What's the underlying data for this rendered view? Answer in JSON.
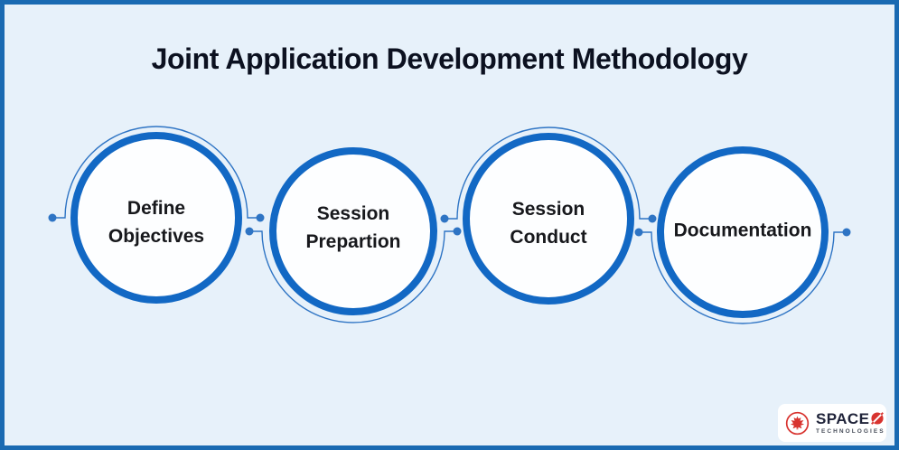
{
  "title": "Joint Application Development Methodology",
  "steps": [
    {
      "lines": [
        "Define",
        "Objectives"
      ]
    },
    {
      "lines": [
        "Session",
        "Prepartion"
      ]
    },
    {
      "lines": [
        "Session",
        "Conduct"
      ]
    },
    {
      "lines": [
        "Documentation"
      ]
    }
  ],
  "logo": {
    "name": "SPACE",
    "subtitle": "TECHNOLOGIES",
    "leaf_icon": "maple-leaf-icon",
    "o_icon": "slashed-o-icon"
  },
  "colors": {
    "bg": "#e7f1fa",
    "frame": "#1a6ab2",
    "node-stroke": "#1268c4",
    "node-fill": "#fdfeff",
    "connector": "#2e74c4",
    "label": "#17181c",
    "text-dark": "#0c1120",
    "logo-red": "#d8332f",
    "logo-navy": "#20243a",
    "logo-gray": "#474d59"
  }
}
